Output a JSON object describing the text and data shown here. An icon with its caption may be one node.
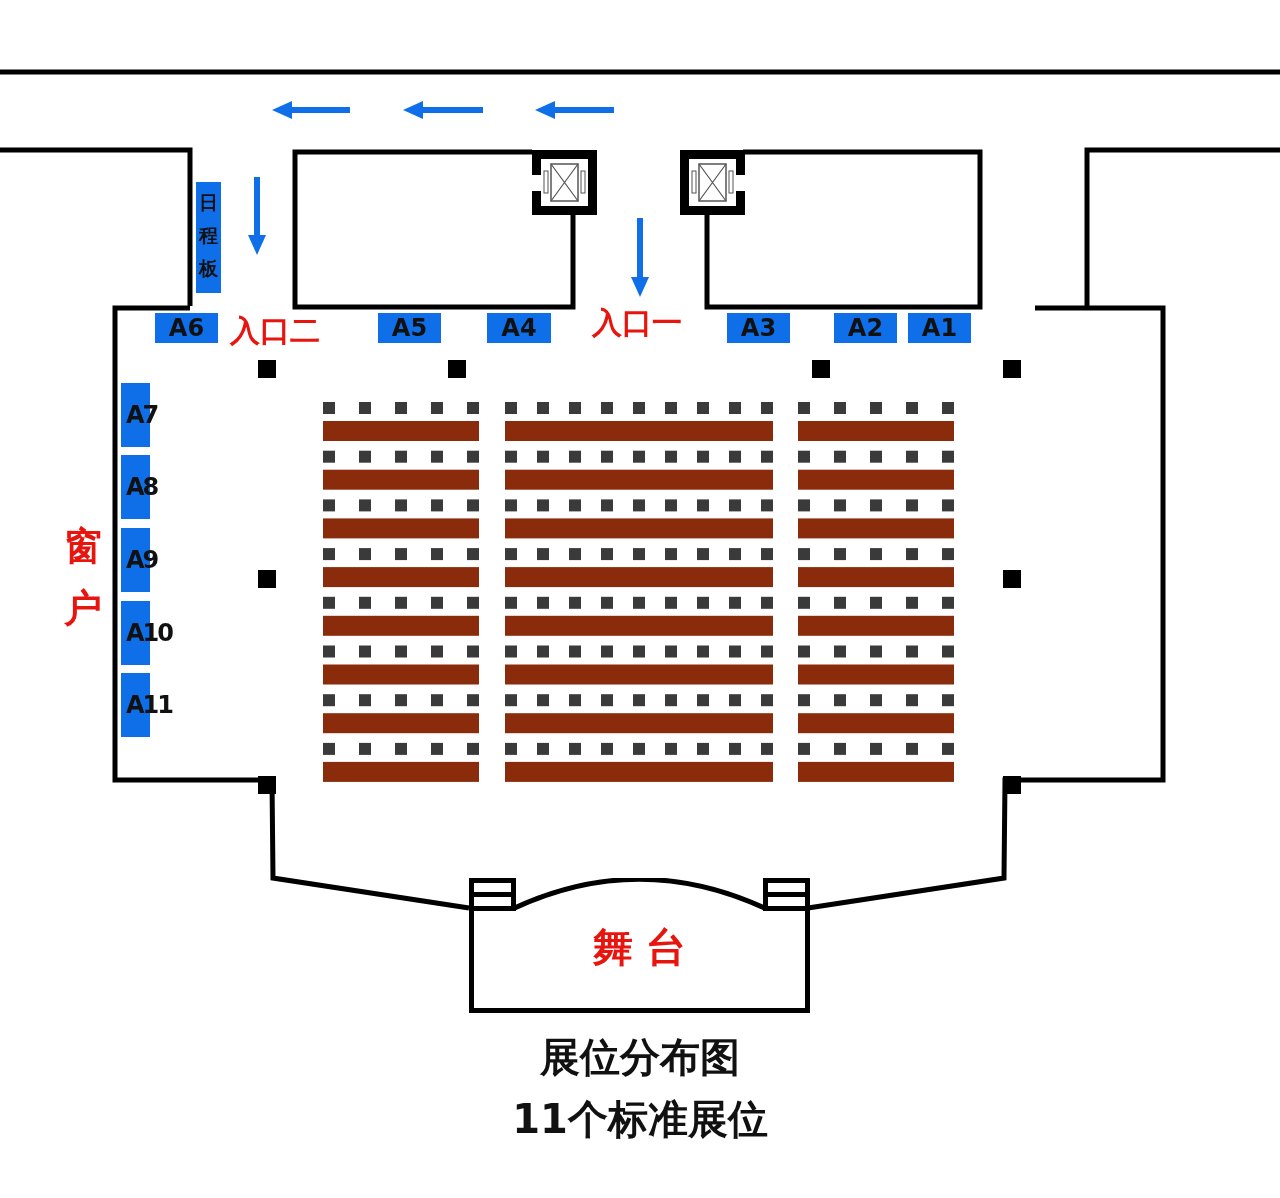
{
  "diagram": {
    "title": "展位分布图",
    "caption": "11个标准展位",
    "nodes": [
      {
        "text": [
          "日程板"
        ]
      },
      {
        "text": [
          "A6"
        ]
      },
      {
        "text": [
          "A5"
        ]
      },
      {
        "text": [
          "A4"
        ]
      },
      {
        "text": [
          "A3"
        ]
      },
      {
        "text": [
          "A2"
        ]
      },
      {
        "text": [
          "A1"
        ]
      },
      {
        "text": [
          "A7"
        ]
      },
      {
        "text": [
          "A8"
        ]
      },
      {
        "text": [
          "A9"
        ]
      },
      {
        "text": [
          "A10"
        ]
      },
      {
        "text": [
          "A11"
        ]
      },
      {
        "text": [
          "舞 台"
        ]
      }
    ],
    "labels": [
      "入口二",
      "入口一",
      "窗户"
    ]
  }
}
